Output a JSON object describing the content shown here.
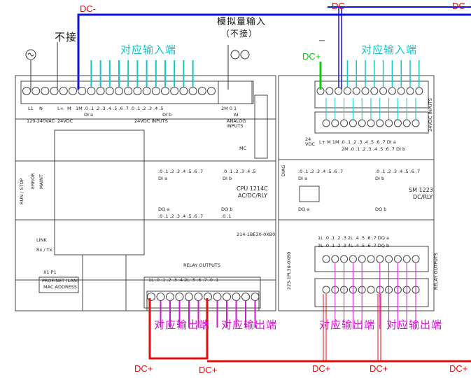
{
  "labels": {
    "dc_minus": "DC-",
    "dc_plus": "DC+",
    "not_connected": "不接",
    "analog_input": "模拟量输入",
    "analog_not_connected": "（不接）",
    "input_terminals": "对应输入端",
    "output_terminals": "对应输出端"
  },
  "cpu": {
    "model": "CPU 1214C",
    "type": "AC/DC/RLY",
    "part_number": "214-1BE30-0XB0",
    "power_labels": [
      "L1",
      "N",
      "L+",
      "M"
    ],
    "power_text": "120-240VAC",
    "sensor_text": "24VDC",
    "input_header": "1M  .0  .1  .2  .3  .4  .5  .6  .7  .0  .1  .2  .3  .4  .5",
    "input_groups": [
      "DI a",
      "DI b"
    ],
    "input_text": "24VDC INPUTS",
    "analog_header": "2M  0   1",
    "analog_ai": "AI",
    "analog_text": "ANALOG INPUTS",
    "status": [
      "RUN / STOP",
      "ERROR",
      "MAINT"
    ],
    "di_a_row": ".0 .1 .2 .3 .4 .5 .6 .7",
    "di_b_row": ".0 .1 .2 .3 .4 .5",
    "dq_a": "DQ a",
    "dq_b": "DQ b",
    "dq_a_row": ".0 .1 .2 .3 .4 .5 .6 .7",
    "dq_b_row": ".0 .1",
    "di_a": "DI a",
    "di_b": "DI b",
    "link": "LINK",
    "rx_tx": "Rx / Tx",
    "port": "X1 P1",
    "profinet": "PROFINET (LAN)",
    "mac": "MAC ADDRESS",
    "relay_outputs": "RELAY OUTPUTS",
    "output_header": "1L  .0  .1  .2  .3  .4  2L  .5  .6  .7  .0  .1",
    "mc": "MC"
  },
  "sm": {
    "model": "SM 1223",
    "type": "DC/RLY",
    "part_number": "223-1PL30-0XB0",
    "inputs_text": "24VDC INPUTS",
    "relay_text": "RELAY OUTPUTS",
    "vdc": "24 VDC",
    "top_header": "L+  M  1M  .0  .1  .2  .3  .4  .5  .6  .7  DI a",
    "mid_header": "2M  .0  .1  .2  .3  .4  .5  .6  .7  DI b",
    "di_a_row": ".0 .1 .2 .3 .4 .5 .6 .7",
    "di_b_row": ".0 .1 .2 .3 .4 .5 .6 .7",
    "di_a": "DI a",
    "di_b": "DI b",
    "dq_a": "DQ a",
    "dq_b": "DQ b",
    "diag": "DIAG",
    "out_top": "1L  .0  .1  .2  .3  2L  .4  .5  .6  .7  DQ a",
    "out_bottom": "3L  .0  .1  .2  .3  4L  .4  .5  .6  .7  DQ b"
  },
  "colors": {
    "dc_minus": "#1010e0",
    "dc_plus": "#e01010",
    "input_wire": "#12c9c9",
    "output_wire": "#d018d0",
    "green": "#14c814",
    "module_line": "#444444"
  }
}
